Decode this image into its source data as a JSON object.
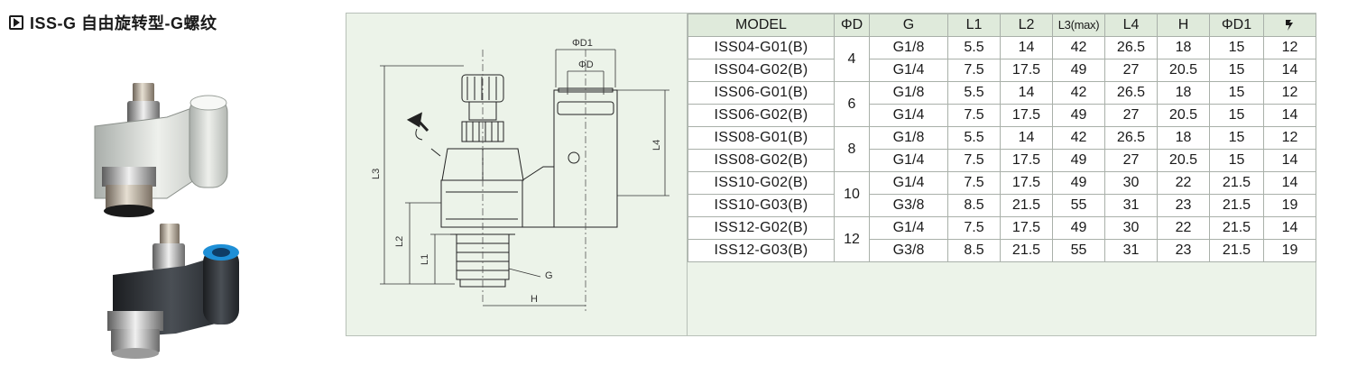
{
  "title": {
    "text": "ISS-G 自由旋转型-G螺纹",
    "icon": "play-icon"
  },
  "photos": {
    "top_icon": "white-speed-controller-fitting",
    "bottom_icon": "black-speed-controller-fitting"
  },
  "drawing": {
    "labels": {
      "d1": "ΦD1",
      "d": "ΦD",
      "l3": "L3",
      "l4": "L4",
      "l2": "L2",
      "l1": "L1",
      "g": "G",
      "h": "H"
    },
    "icon": "wrench-icon"
  },
  "table": {
    "headers": [
      "MODEL",
      "ΦD",
      "G",
      "L1",
      "L2",
      "L3(max)",
      "L4",
      "H",
      "ΦD1"
    ],
    "wrench_header_icon": "wrench-icon",
    "groups": [
      {
        "d": "4",
        "rows": [
          {
            "model": "ISS04-G01(B)",
            "g": "G1/8",
            "l1": "5.5",
            "l2": "14",
            "l3": "42",
            "l4": "26.5",
            "h": "18",
            "d1": "15",
            "wrench": "12"
          },
          {
            "model": "ISS04-G02(B)",
            "g": "G1/4",
            "l1": "7.5",
            "l2": "17.5",
            "l3": "49",
            "l4": "27",
            "h": "20.5",
            "d1": "15",
            "wrench": "14"
          }
        ]
      },
      {
        "d": "6",
        "rows": [
          {
            "model": "ISS06-G01(B)",
            "g": "G1/8",
            "l1": "5.5",
            "l2": "14",
            "l3": "42",
            "l4": "26.5",
            "h": "18",
            "d1": "15",
            "wrench": "12"
          },
          {
            "model": "ISS06-G02(B)",
            "g": "G1/4",
            "l1": "7.5",
            "l2": "17.5",
            "l3": "49",
            "l4": "27",
            "h": "20.5",
            "d1": "15",
            "wrench": "14"
          }
        ]
      },
      {
        "d": "8",
        "rows": [
          {
            "model": "ISS08-G01(B)",
            "g": "G1/8",
            "l1": "5.5",
            "l2": "14",
            "l3": "42",
            "l4": "26.5",
            "h": "18",
            "d1": "15",
            "wrench": "12"
          },
          {
            "model": "ISS08-G02(B)",
            "g": "G1/4",
            "l1": "7.5",
            "l2": "17.5",
            "l3": "49",
            "l4": "27",
            "h": "20.5",
            "d1": "15",
            "wrench": "14"
          }
        ]
      },
      {
        "d": "10",
        "rows": [
          {
            "model": "ISS10-G02(B)",
            "g": "G1/4",
            "l1": "7.5",
            "l2": "17.5",
            "l3": "49",
            "l4": "30",
            "h": "22",
            "d1": "21.5",
            "wrench": "14"
          },
          {
            "model": "ISS10-G03(B)",
            "g": "G3/8",
            "l1": "8.5",
            "l2": "21.5",
            "l3": "55",
            "l4": "31",
            "h": "23",
            "d1": "21.5",
            "wrench": "19"
          }
        ]
      },
      {
        "d": "12",
        "rows": [
          {
            "model": "ISS12-G02(B)",
            "g": "G1/4",
            "l1": "7.5",
            "l2": "17.5",
            "l3": "49",
            "l4": "30",
            "h": "22",
            "d1": "21.5",
            "wrench": "14"
          },
          {
            "model": "ISS12-G03(B)",
            "g": "G3/8",
            "l1": "8.5",
            "l2": "21.5",
            "l3": "55",
            "l4": "31",
            "h": "23",
            "d1": "21.5",
            "wrench": "19"
          }
        ]
      }
    ]
  },
  "colors": {
    "panel_bg": "#ecf3e9",
    "header_bg": "#dfeadb",
    "grid": "#a9b0a9",
    "fitting_blue": "#1e8fd6"
  }
}
